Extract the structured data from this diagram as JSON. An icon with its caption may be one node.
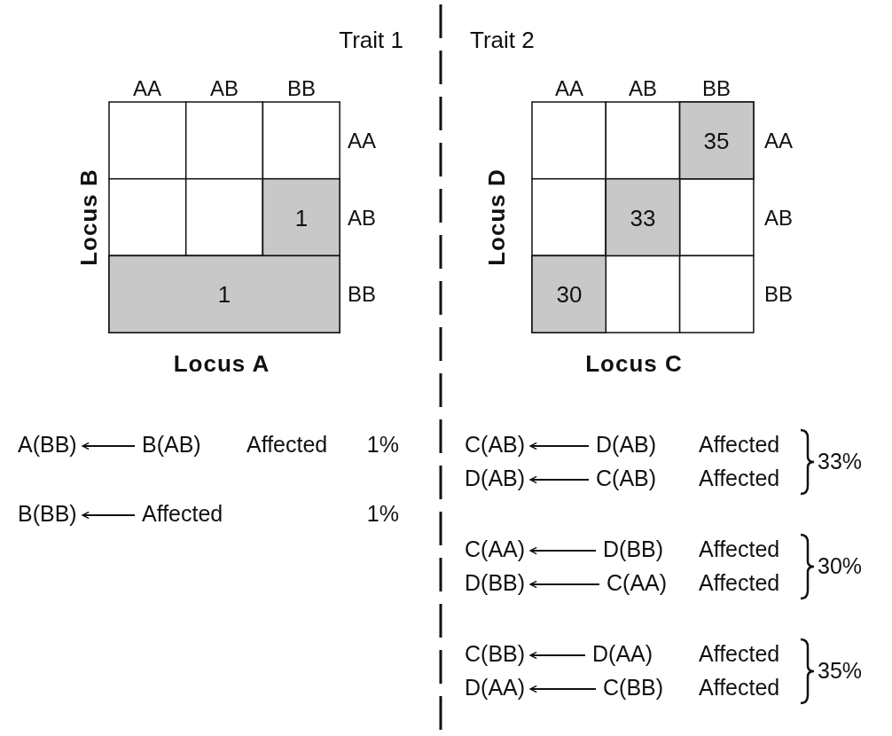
{
  "diagram": {
    "nodes": [
      {
        "text": [
          "A(BB)"
        ]
      },
      {
        "text": [
          "B(AB)"
        ]
      },
      {
        "text": [
          "B(BB)"
        ]
      },
      {
        "text": [
          "Affected"
        ]
      },
      {
        "text": [
          "C(AB)"
        ]
      },
      {
        "text": [
          "D(AB)"
        ]
      },
      {
        "text": [
          "D(AB)"
        ]
      },
      {
        "text": [
          "C(AB)"
        ]
      },
      {
        "text": [
          "C(AA)"
        ]
      },
      {
        "text": [
          "D(BB)"
        ]
      },
      {
        "text": [
          "D(BB)"
        ]
      },
      {
        "text": [
          "C(AA)"
        ]
      },
      {
        "text": [
          "C(BB)"
        ]
      },
      {
        "text": [
          "D(AA)"
        ]
      },
      {
        "text": [
          "D(AA)"
        ]
      },
      {
        "text": [
          "C(BB)"
        ]
      }
    ],
    "edges": [
      {
        "from": 1,
        "to": 0,
        "arrow": "to"
      },
      {
        "from": 3,
        "to": 2,
        "arrow": "to"
      },
      {
        "from": 5,
        "to": 4,
        "arrow": "to"
      },
      {
        "from": 7,
        "to": 6,
        "arrow": "to"
      },
      {
        "from": 9,
        "to": 8,
        "arrow": "to"
      },
      {
        "from": 11,
        "to": 10,
        "arrow": "to"
      },
      {
        "from": 13,
        "to": 12,
        "arrow": "to"
      },
      {
        "from": 15,
        "to": 14,
        "arrow": "to"
      }
    ],
    "labels": [
      "Trait 1",
      "Trait 2",
      "AA",
      "AB",
      "BB",
      "AA",
      "AB",
      "BB",
      "Locus B",
      "1",
      "1",
      "Locus A",
      "AA",
      "AB",
      "BB",
      "AA",
      "AB",
      "BB",
      "Locus D",
      "35",
      "33",
      "30",
      "Locus C",
      "Affected",
      "1%",
      "1%",
      "Affected",
      "Affected",
      "Affected",
      "Affected",
      "Affected",
      "Affected",
      "33%",
      "30%",
      "35%"
    ]
  }
}
